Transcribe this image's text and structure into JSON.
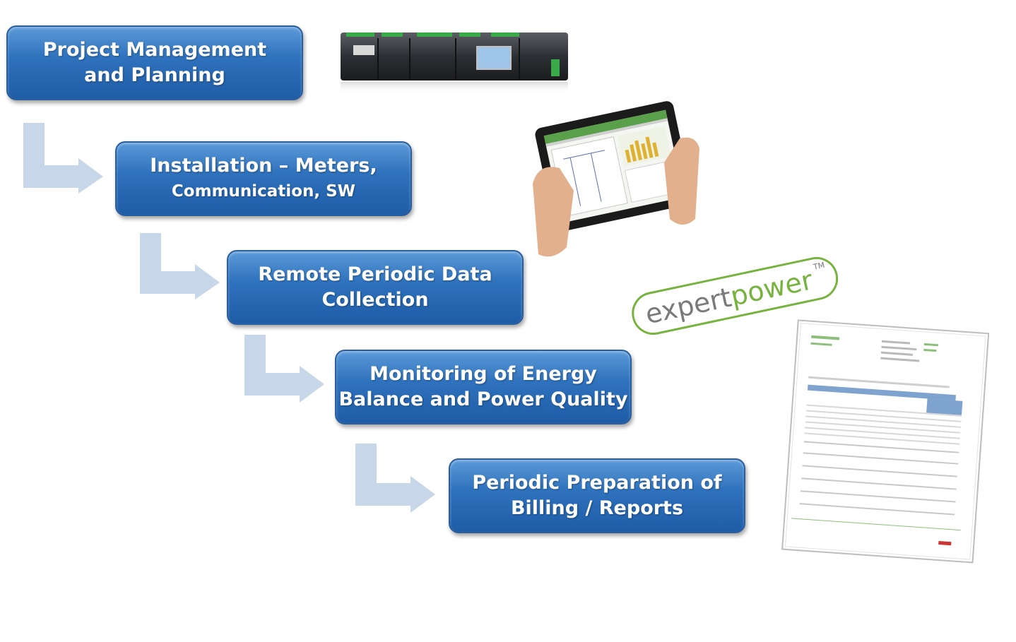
{
  "steps": [
    {
      "line1": "Project Management",
      "line2": "and Planning"
    },
    {
      "line1": "Installation – Meters,",
      "line2": "Communication, SW"
    },
    {
      "line1": "Remote Periodic Data",
      "line2": "Collection"
    },
    {
      "line1": "Monitoring of Energy",
      "line2": "Balance and Power Quality"
    },
    {
      "line1": "Periodic Preparation of",
      "line2": "Billing / Reports"
    }
  ],
  "logo": {
    "part1": "expert",
    "part2": "power",
    "tm": "TM"
  },
  "colors": {
    "step_fill": "#2f72bd",
    "arrow": "#c8d6ea",
    "logo_gray": "#7a7a7a",
    "logo_green": "#77b33f"
  }
}
